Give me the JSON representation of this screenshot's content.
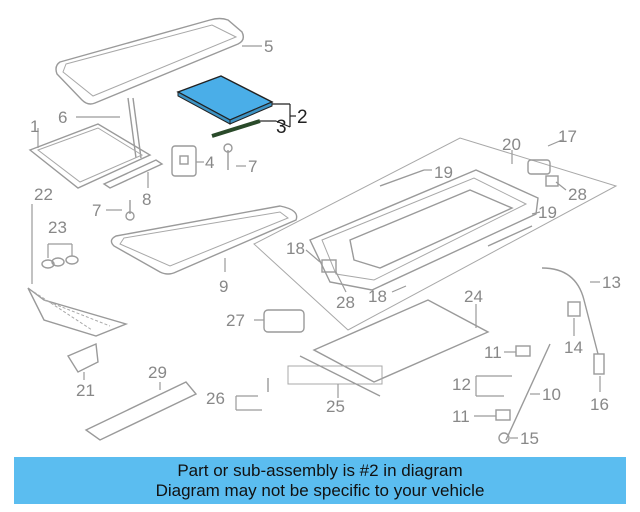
{
  "diagram": {
    "callouts": [
      "1",
      "2",
      "3",
      "4",
      "5",
      "6",
      "7",
      "7",
      "8",
      "9",
      "10",
      "11",
      "11",
      "12",
      "13",
      "14",
      "15",
      "16",
      "17",
      "18",
      "18",
      "19",
      "19",
      "20",
      "21",
      "22",
      "23",
      "24",
      "25",
      "26",
      "27",
      "28",
      "28",
      "29"
    ],
    "highlight_color": "#4aaee8",
    "highlighted_part": "2"
  },
  "banner": {
    "line1": "Part or sub-assembly is #2 in diagram",
    "line2": "Diagram may not be specific to your vehicle",
    "background": "#5bbdf0"
  }
}
